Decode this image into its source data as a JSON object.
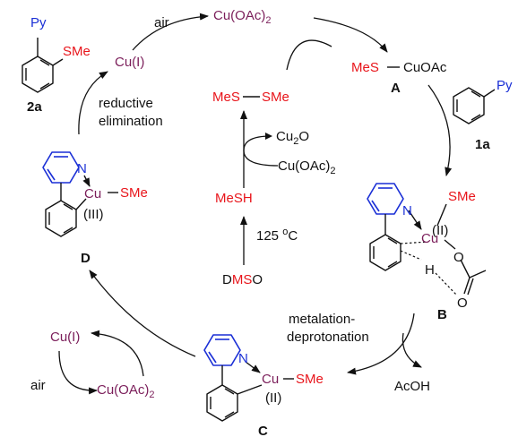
{
  "colors": {
    "sulfur_red": "#e8151b",
    "copper_purple": "#7b1e5a",
    "pyridine_blue": "#1a2fd6",
    "text": "#111111"
  },
  "labels": {
    "py": "Py",
    "sme": "SMe",
    "compound_2a": "2a",
    "cu1": "Cu(I)",
    "air": "air",
    "cu_oac2": "Cu(OAc)2",
    "cu_oac2_base": "Cu(OAc)",
    "sub_2": "2",
    "mes_part": "MeS",
    "cuoac_part": "CuOAc",
    "intermediate_a": "A",
    "compound_1a": "1a",
    "reductive_1": "reductive",
    "reductive_2": "elimination",
    "mes": "MeS",
    "dash": "−",
    "me": "Me",
    "s": "S",
    "cu2o_base": "Cu",
    "cu2o_o": "O",
    "mesh": "MeSH",
    "temp_value": "125 ",
    "temp_deg": "o",
    "temp_unit": "C",
    "dmso_d": "D",
    "dmso_ms": "MS",
    "dmso_o": "O",
    "cu": "Cu",
    "cu_iii_ox": "(III)",
    "cu_ii_ox": "(II)",
    "n": "N",
    "h": "H",
    "o": "O",
    "intermediate_b": "B",
    "intermediate_c": "C",
    "intermediate_d": "D",
    "metalation_1": "metalation-",
    "metalation_2": "deprotonation",
    "acoh": "AcOH"
  }
}
